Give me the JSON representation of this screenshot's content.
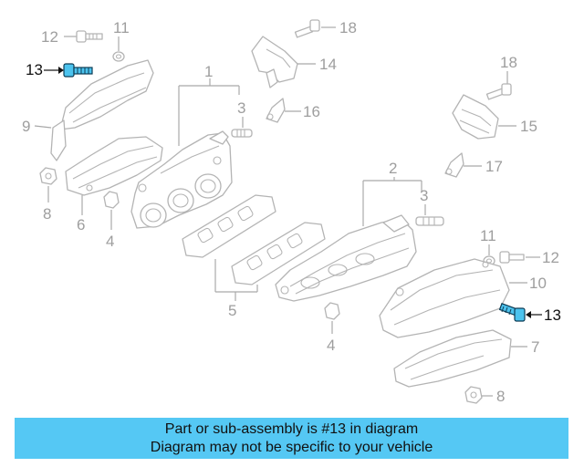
{
  "callouts": {
    "c1": "1",
    "c2": "2",
    "c3a": "3",
    "c3b": "3",
    "c4a": "4",
    "c4b": "4",
    "c5": "5",
    "c6": "6",
    "c7": "7",
    "c8a": "8",
    "c8b": "8",
    "c9": "9",
    "c10": "10",
    "c11a": "11",
    "c11b": "11",
    "c12a": "12",
    "c12b": "12",
    "c13a": "13",
    "c13b": "13",
    "c14": "14",
    "c15": "15",
    "c16": "16",
    "c17": "17",
    "c18a": "18",
    "c18b": "18"
  },
  "banner": {
    "line1": "Part or sub-assembly is #13 in diagram",
    "line2": "Diagram may not be specific to your vehicle"
  },
  "colors": {
    "highlight_part": "#4cc3ee",
    "banner_bg": "#55c8f4",
    "line_art": "#b4b4b4"
  }
}
